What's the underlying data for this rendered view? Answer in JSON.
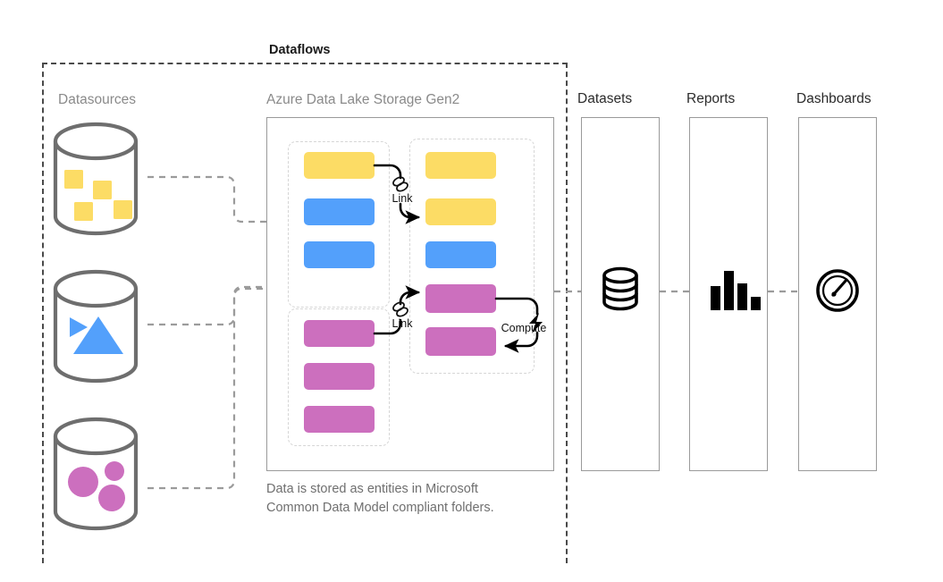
{
  "diagram": {
    "title": "Dataflows",
    "columns": [
      {
        "id": "datasources",
        "label": "Datasources",
        "tone": "dim"
      },
      {
        "id": "adls",
        "label": "Azure Data Lake Storage Gen2",
        "tone": "dim"
      },
      {
        "id": "datasets",
        "label": "Datasets",
        "tone": "dark"
      },
      {
        "id": "reports",
        "label": "Reports",
        "tone": "dark"
      },
      {
        "id": "dashboards",
        "label": "Dashboards",
        "tone": "dark"
      }
    ],
    "caption": "Data is stored as entities in Microsoft\nCommon Data Model compliant folders.",
    "datasources": [
      {
        "id": "ds-squares",
        "icon": "database-cylinder-icon",
        "shape": "squares",
        "color": "#FCDC65"
      },
      {
        "id": "ds-triangles",
        "icon": "database-cylinder-icon",
        "shape": "triangles",
        "color": "#53A0FB"
      },
      {
        "id": "ds-circles",
        "icon": "database-cylinder-icon",
        "shape": "circles",
        "color": "#CC6FBE"
      }
    ],
    "entity_groups": [
      {
        "id": "folder-top-left",
        "entities": [
          {
            "id": "e1",
            "color": "#FCDC65"
          },
          {
            "id": "e2",
            "color": "#53A0FB"
          },
          {
            "id": "e3",
            "color": "#53A0FB"
          }
        ]
      },
      {
        "id": "folder-bottom-left",
        "entities": [
          {
            "id": "e4",
            "color": "#CC6FBE"
          },
          {
            "id": "e5",
            "color": "#CC6FBE"
          },
          {
            "id": "e6",
            "color": "#CC6FBE"
          }
        ]
      },
      {
        "id": "folder-right",
        "entities": [
          {
            "id": "e7",
            "color": "#FCDC65"
          },
          {
            "id": "e8",
            "color": "#FCDC65"
          },
          {
            "id": "e9",
            "color": "#53A0FB"
          },
          {
            "id": "e10",
            "color": "#CC6FBE"
          },
          {
            "id": "e11",
            "color": "#CC6FBE"
          }
        ]
      }
    ],
    "connectors": [
      {
        "id": "link-upper",
        "label": "Link",
        "icon": "chain-link-icon"
      },
      {
        "id": "link-lower",
        "label": "Link",
        "icon": "chain-link-icon"
      },
      {
        "id": "compute",
        "label": "Compute",
        "icon": "lightning-bolt-icon"
      }
    ],
    "output_icons": [
      {
        "id": "datasets-icon",
        "icon": "database-stack-icon"
      },
      {
        "id": "reports-icon",
        "icon": "bar-chart-icon"
      },
      {
        "id": "dashboards-icon",
        "icon": "gauge-icon"
      }
    ],
    "colors": {
      "yellow": "#FCDC65",
      "blue": "#53A0FB",
      "pink": "#CC6FBE",
      "outline_gray": "#9a9a9a",
      "dashed_gray": "#d6d6d6",
      "connector_gray": "#9b9b9b",
      "cylinder_stroke": "#6e6e6e",
      "text_dim": "#8a8a8a",
      "text_dark": "#2b2b2b"
    }
  }
}
